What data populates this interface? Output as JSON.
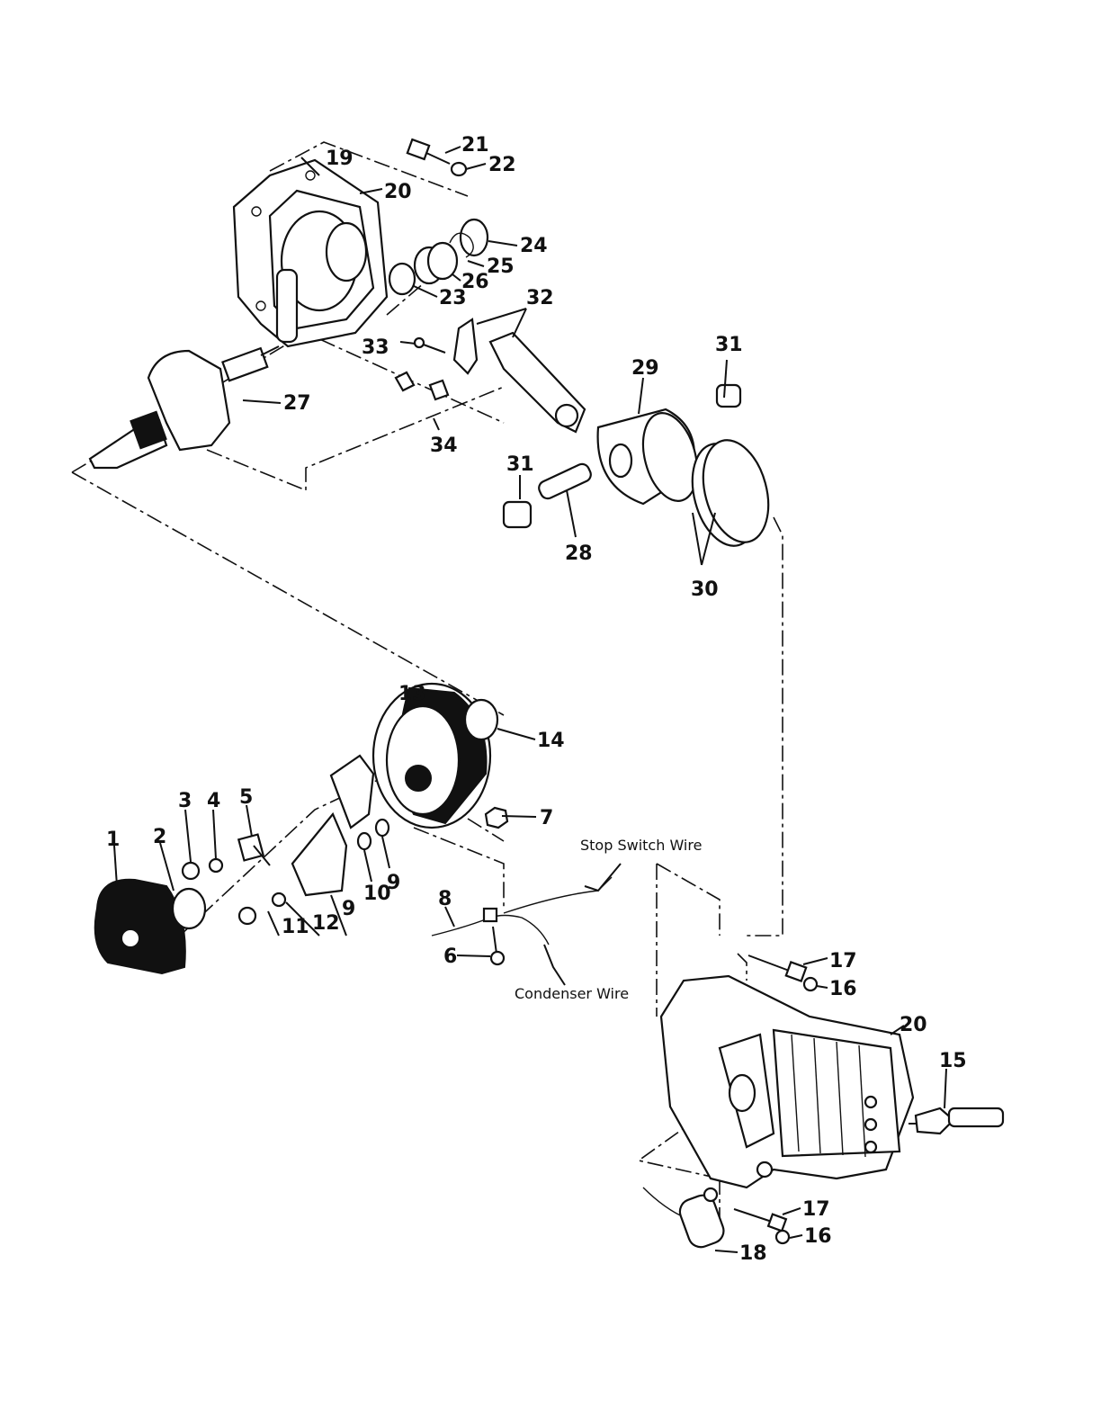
{
  "callouts": {
    "p1": "1",
    "p2": "2",
    "p3": "3",
    "p4": "4",
    "p5": "5",
    "p6": "6",
    "p7": "7",
    "p8": "8",
    "p9a": "9",
    "p9b": "9",
    "p10": "10",
    "p11": "11",
    "p12": "12",
    "p13": "13",
    "p14": "14",
    "p15": "15",
    "p16a": "16",
    "p16b": "16",
    "p17a": "17",
    "p17b": "17",
    "p18": "18",
    "p19": "19",
    "p20a": "20",
    "p20b": "20",
    "p21": "21",
    "p22": "22",
    "p23": "23",
    "p24": "24",
    "p25": "25",
    "p26": "26",
    "p27": "27",
    "p28": "28",
    "p29": "29",
    "p30": "30",
    "p31a": "31",
    "p31b": "31",
    "p32": "32",
    "p33": "33",
    "p34": "34"
  },
  "wire_labels": {
    "stop_switch": "Stop Switch Wire",
    "condenser": "Condenser Wire"
  }
}
